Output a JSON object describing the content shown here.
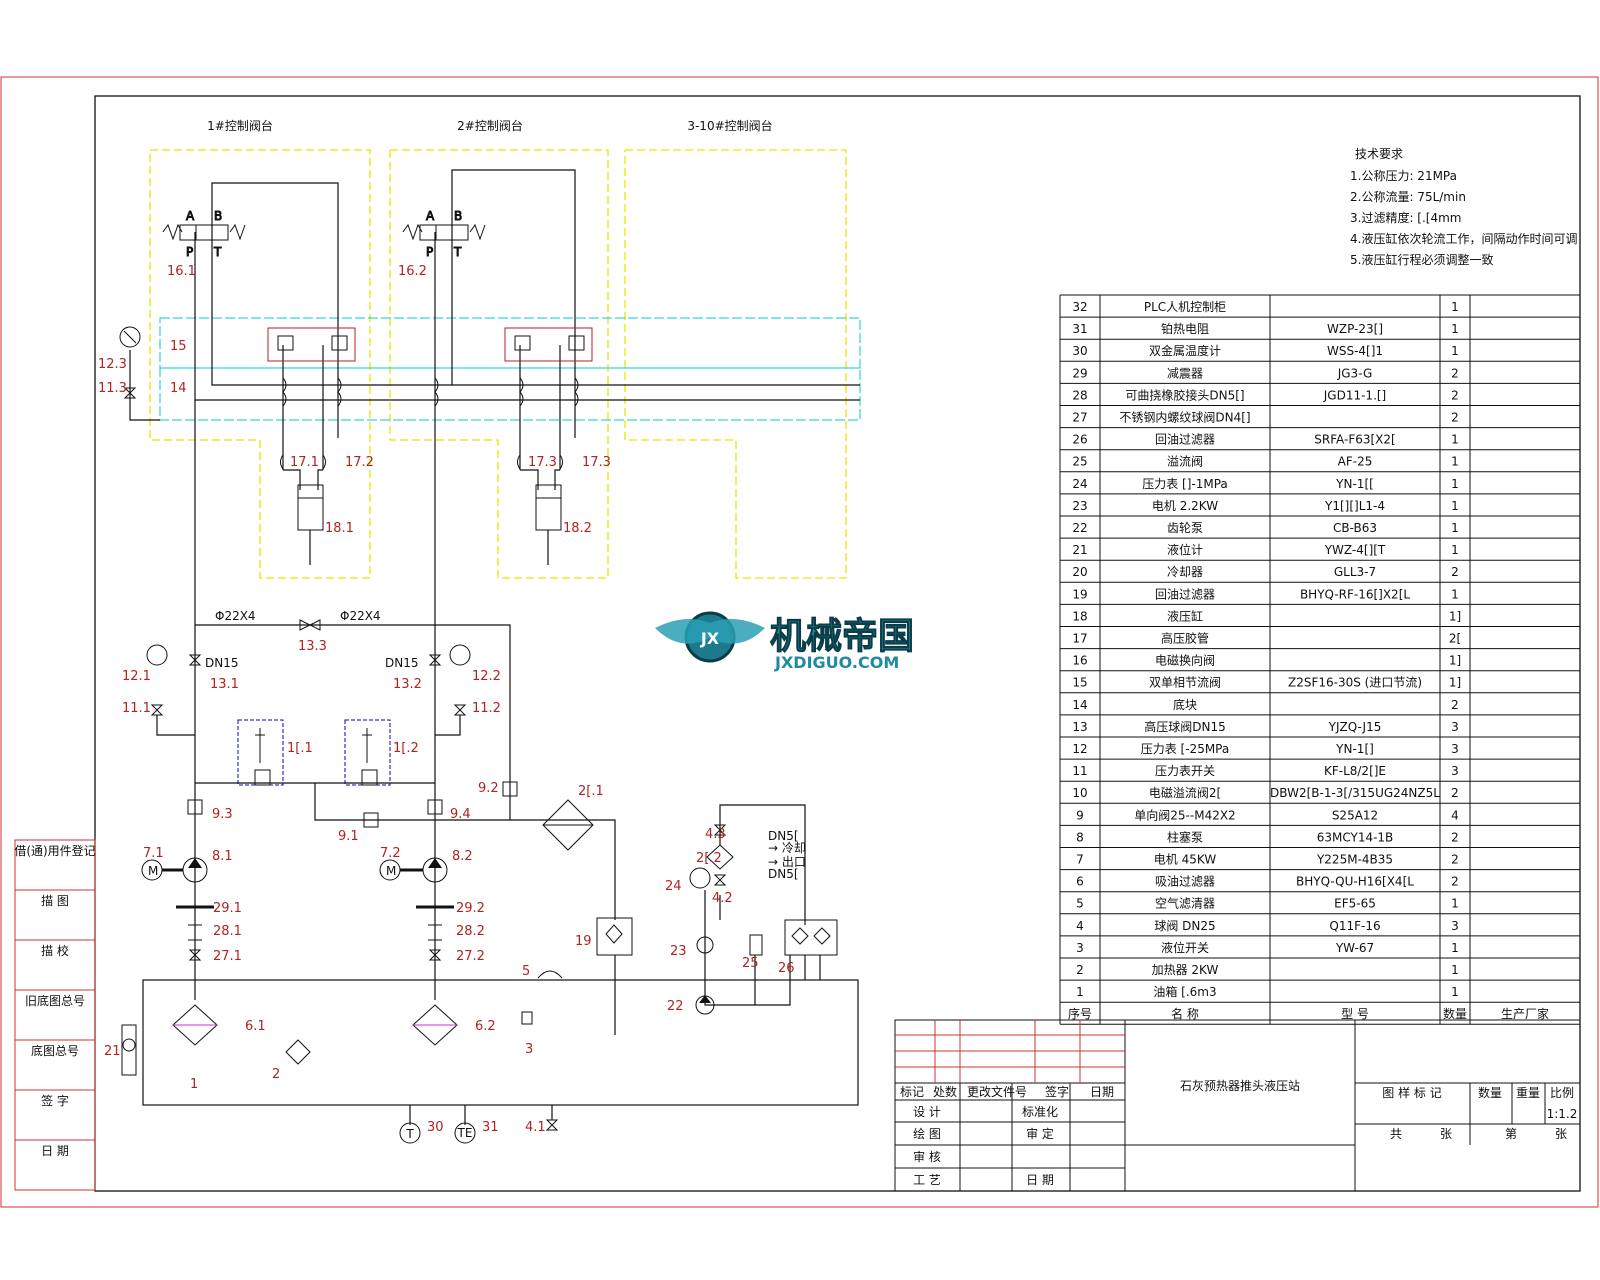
{
  "stations": {
    "s1": "1#控制阀台",
    "s2": "2#控制阀台",
    "s3": "3-10#控制阀台"
  },
  "tech_requirements": {
    "heading": "技术要求",
    "items": [
      "1.公称压力: 21MPa",
      "2.公称流量: 75L/min",
      "3.过滤精度: [.[4mm",
      "4.液压缸依次轮流工作，间隔动作时间可调",
      "5.液压缸行程必须调整一致"
    ]
  },
  "labels": {
    "v161": "16.1",
    "v162": "16.2",
    "l15": "15",
    "l14": "14",
    "l123": "12.3",
    "l113": "11.3",
    "h171": "17.1",
    "h172": "17.2",
    "h173a": "17.3",
    "h173b": "17.3",
    "c181": "18.1",
    "c182": "18.2",
    "pipe1": "Φ22X4",
    "pipe2": "Φ22X4",
    "l133": "13.3",
    "dn15a": "DN15",
    "dn15b": "DN15",
    "l131": "13.1",
    "l132": "13.2",
    "l121": "12.1",
    "l122": "12.2",
    "l111": "11.1",
    "l112": "11.2",
    "l101": "1[.1",
    "l102": "1[.2",
    "l92": "9.2",
    "l93": "9.3",
    "l94": "9.4",
    "l91": "9.1",
    "l201": "2[.1",
    "l202": "2[.2",
    "l71": "7.1",
    "l72": "7.2",
    "l81": "8.1",
    "l82": "8.2",
    "l291": "29.1",
    "l292": "29.2",
    "l281": "28.1",
    "l282": "28.2",
    "l271": "27.1",
    "l272": "27.2",
    "l43": "4.3",
    "l42": "4.2",
    "l41": "4.1",
    "dn51a": "DN5[",
    "dn51b": "DN5[",
    "inl": "→ 冷却",
    "outl": "→ 出口",
    "l24": "24",
    "l23": "23",
    "l25": "25",
    "l26": "26",
    "l22": "22",
    "l19": "19",
    "l5": "5",
    "l61": "6.1",
    "l62": "6.2",
    "l3": "3",
    "l21": "21",
    "l1": "1",
    "l2": "2",
    "t30": "30",
    "t31": "31",
    "gT": "T",
    "gTE": "TE"
  },
  "parts_table": {
    "columns": [
      "序号",
      "名 称",
      "型 号",
      "数量",
      "生产厂家"
    ],
    "rows": [
      [
        "32",
        "PLC人机控制柜",
        "",
        "1",
        ""
      ],
      [
        "31",
        "铂热电阻",
        "WZP-23[]",
        "1",
        ""
      ],
      [
        "30",
        "双金属温度计",
        "WSS-4[]1",
        "1",
        ""
      ],
      [
        "29",
        "减震器",
        "JG3-G",
        "2",
        ""
      ],
      [
        "28",
        "可曲挠橡胶接头DN5[]",
        "JGD11-1.[]",
        "2",
        ""
      ],
      [
        "27",
        "不锈钢内螺纹球阀DN4[]",
        "",
        "2",
        ""
      ],
      [
        "26",
        "回油过滤器",
        "SRFA-F63[X2[",
        "1",
        ""
      ],
      [
        "25",
        "溢流阀",
        "AF-25",
        "1",
        ""
      ],
      [
        "24",
        "压力表 []-1MPa",
        "YN-1[[",
        "1",
        ""
      ],
      [
        "23",
        "电机 2.2KW",
        "Y1[][]L1-4",
        "1",
        ""
      ],
      [
        "22",
        "齿轮泵",
        "CB-B63",
        "1",
        ""
      ],
      [
        "21",
        "液位计",
        "YWZ-4[][T",
        "1",
        ""
      ],
      [
        "20",
        "冷却器",
        "GLL3-7",
        "2",
        ""
      ],
      [
        "19",
        "回油过滤器",
        "BHYQ-RF-16[]X2[L",
        "1",
        ""
      ],
      [
        "18",
        "液压缸",
        "",
        "1]",
        ""
      ],
      [
        "17",
        "高压胶管",
        "",
        "2[",
        ""
      ],
      [
        "16",
        "电磁换向阀",
        "",
        "1]",
        ""
      ],
      [
        "15",
        "双单相节流阀",
        "Z2SF16-30S (进口节流)",
        "1]",
        ""
      ],
      [
        "14",
        "底块",
        "",
        "2",
        ""
      ],
      [
        "13",
        "高压球阀DN15",
        "YJZQ-J15",
        "3",
        ""
      ],
      [
        "12",
        "压力表 [-25MPa",
        "YN-1[]",
        "3",
        ""
      ],
      [
        "11",
        "压力表开关",
        "KF-L8/2[]E",
        "3",
        ""
      ],
      [
        "10",
        "电磁溢流阀2[",
        "DBW2[B-1-3[/315UG24NZ5L",
        "2",
        ""
      ],
      [
        "9",
        "单向阀25--M42X2",
        "S25A12",
        "4",
        ""
      ],
      [
        "8",
        "柱塞泵",
        "63MCY14-1B",
        "2",
        ""
      ],
      [
        "7",
        "电机 45KW",
        "Y225M-4B35",
        "2",
        ""
      ],
      [
        "6",
        "吸油过滤器",
        "BHYQ-QU-H16[X4[L",
        "2",
        ""
      ],
      [
        "5",
        "空气滤清器",
        "EF5-65",
        "1",
        ""
      ],
      [
        "4",
        "球阀 DN25",
        "Q11F-16",
        "3",
        ""
      ],
      [
        "3",
        "液位开关",
        "YW-67",
        "1",
        ""
      ],
      [
        "2",
        "加热器 2KW",
        "",
        "1",
        ""
      ],
      [
        "1",
        "油箱 [.6m3",
        "",
        "1",
        ""
      ]
    ]
  },
  "title_block": {
    "title": "石灰预热器推头液压站",
    "rev_headers": [
      "标记",
      "处数",
      "更改文件号",
      "签字",
      "日期"
    ],
    "design": "设 计",
    "standard": "标准化",
    "draw": "绘 图",
    "check": "审 定",
    "review": "审 核",
    "date": "日 期",
    "process": "工 艺",
    "stage_mark": "图 样 标 记",
    "qty": "数量",
    "weight": "重量",
    "scale_h": "比例",
    "scale": "1:1.2",
    "total": "共",
    "sheets": "张",
    "page": "第",
    "sheet": "张"
  },
  "left_sidebar": [
    "借(通)用件登记",
    "描 图",
    "描 校",
    "旧底图总号",
    "底图总号",
    "签 字",
    "日 期"
  ],
  "watermark": {
    "cn": "机械帝国",
    "en": "JXDIGUO.COM",
    "badge": "JX"
  },
  "colors": {
    "red": "#b22222",
    "yellow": "#e6e600",
    "cyan": "#00cccc",
    "blue": "#0000cc",
    "frame": "#cc3333",
    "line": "#111111"
  }
}
